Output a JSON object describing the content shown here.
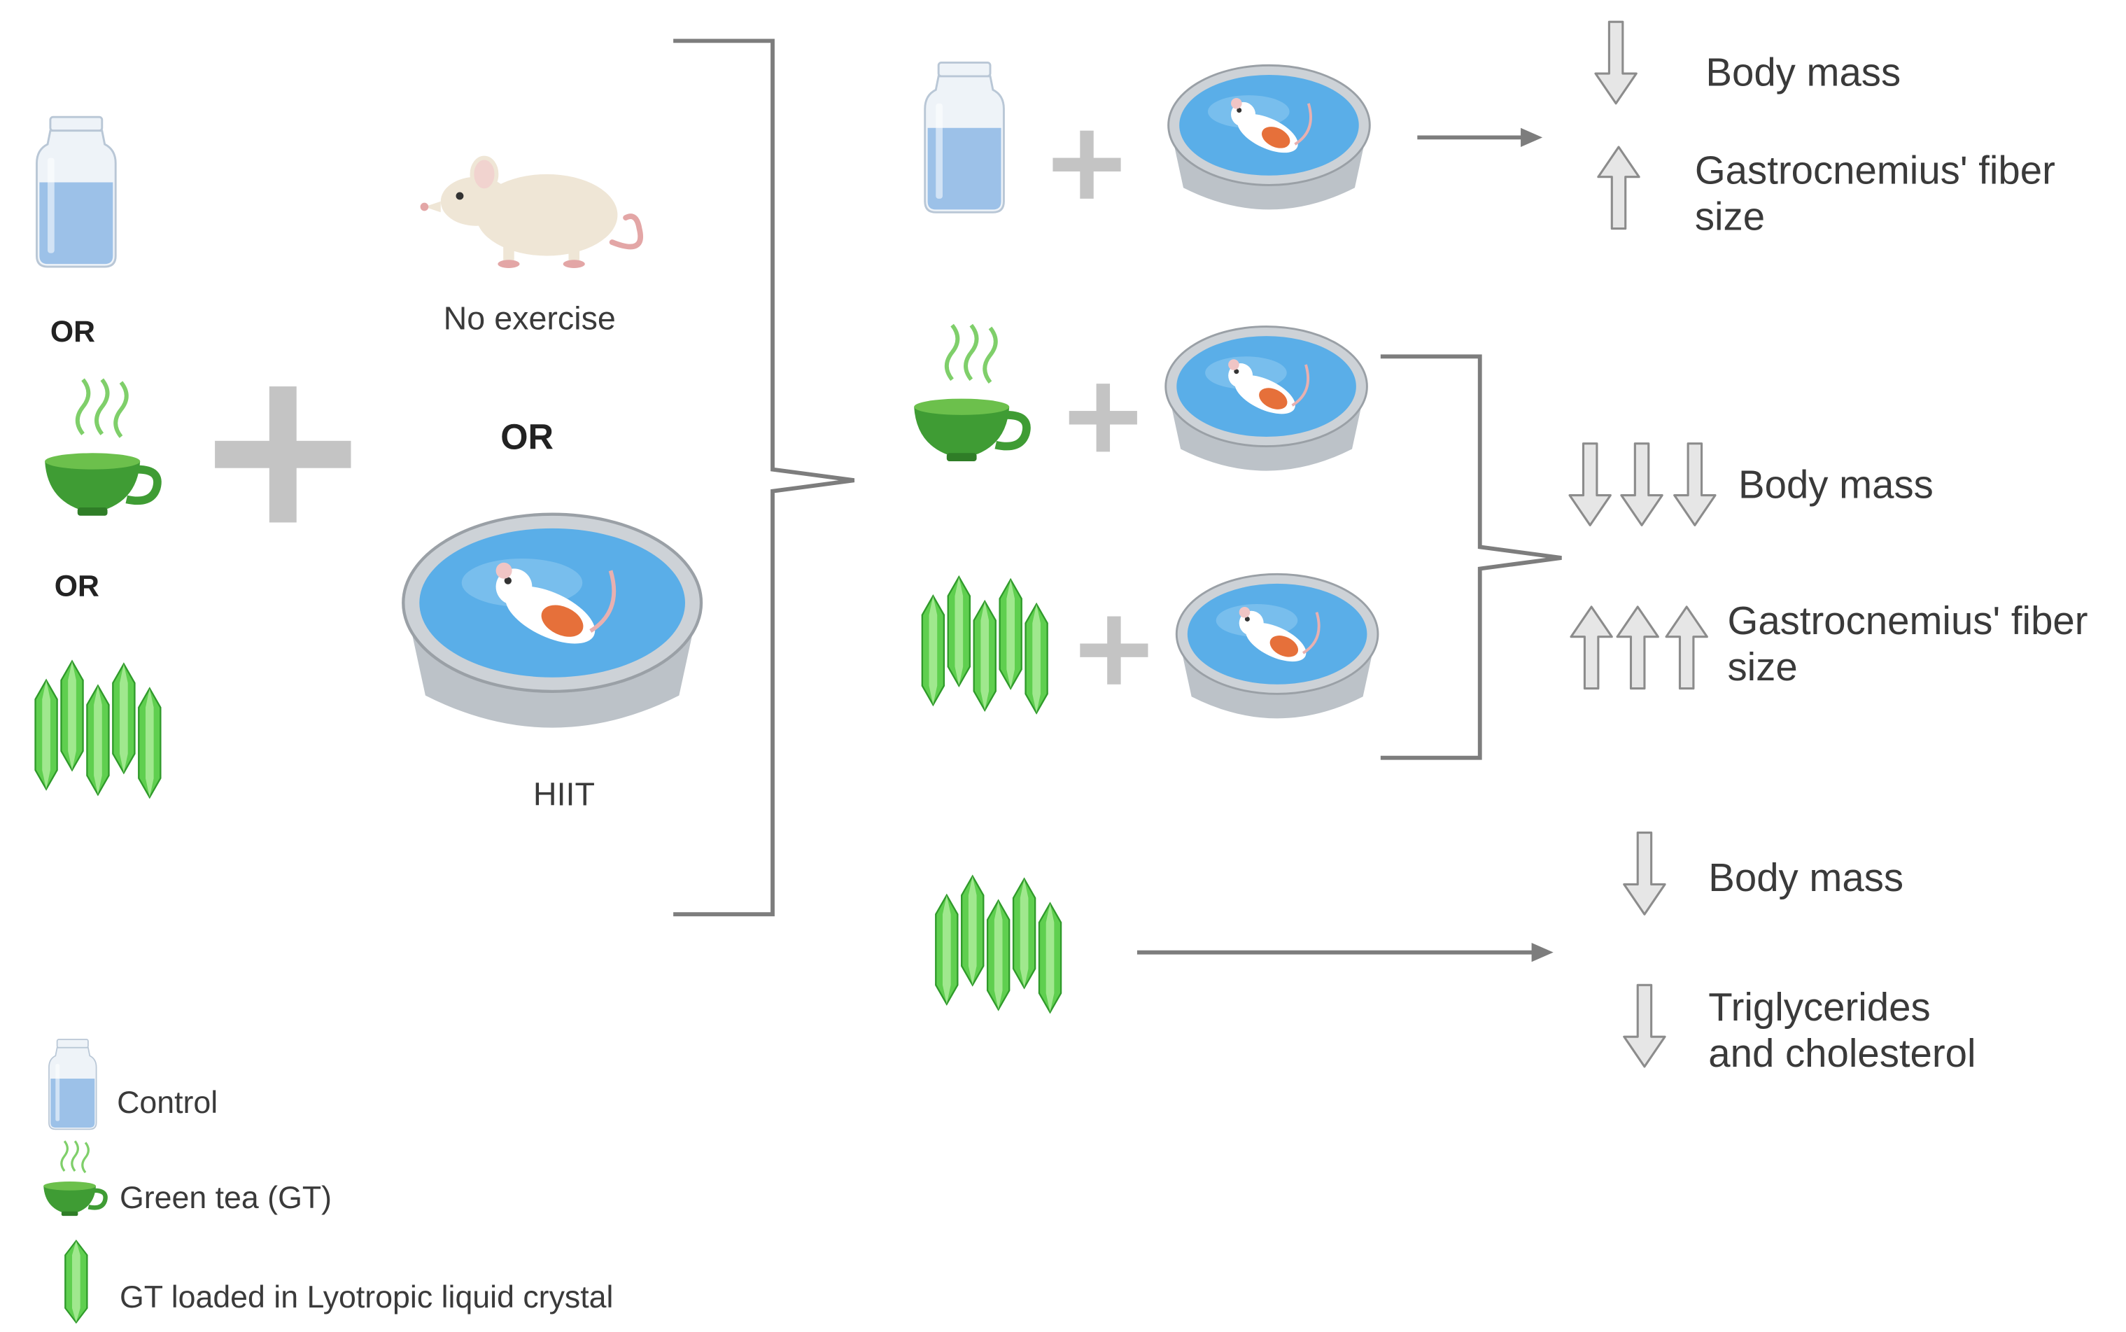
{
  "left": {
    "or_1": "OR",
    "or_2": "OR",
    "no_exercise": "No exercise",
    "or_center": "OR",
    "hiit": "HIIT"
  },
  "outcomes": {
    "row1": {
      "line1": "Body mass",
      "line2a": "Gastrocnemius' fiber",
      "line2b": "size"
    },
    "row2": {
      "line1": "Body mass",
      "line2a": "Gastrocnemius' fiber",
      "line2b": "size"
    },
    "row3": {
      "line1": "Body mass",
      "line2a": "Triglycerides",
      "line2b": "and cholesterol"
    }
  },
  "legend": {
    "control": "Control",
    "green_tea": "Green tea (GT)",
    "crystal": "GT loaded in Lyotropic liquid crystal"
  },
  "colors": {
    "water": "#9cc1e8",
    "cup": "#3f9c34",
    "crystal": "#5fcf4f",
    "pool_water": "#5aaee8",
    "pool_rim": "#b9bec4",
    "lines": "#7d7d7d",
    "arrow": "#e3e3e3"
  }
}
